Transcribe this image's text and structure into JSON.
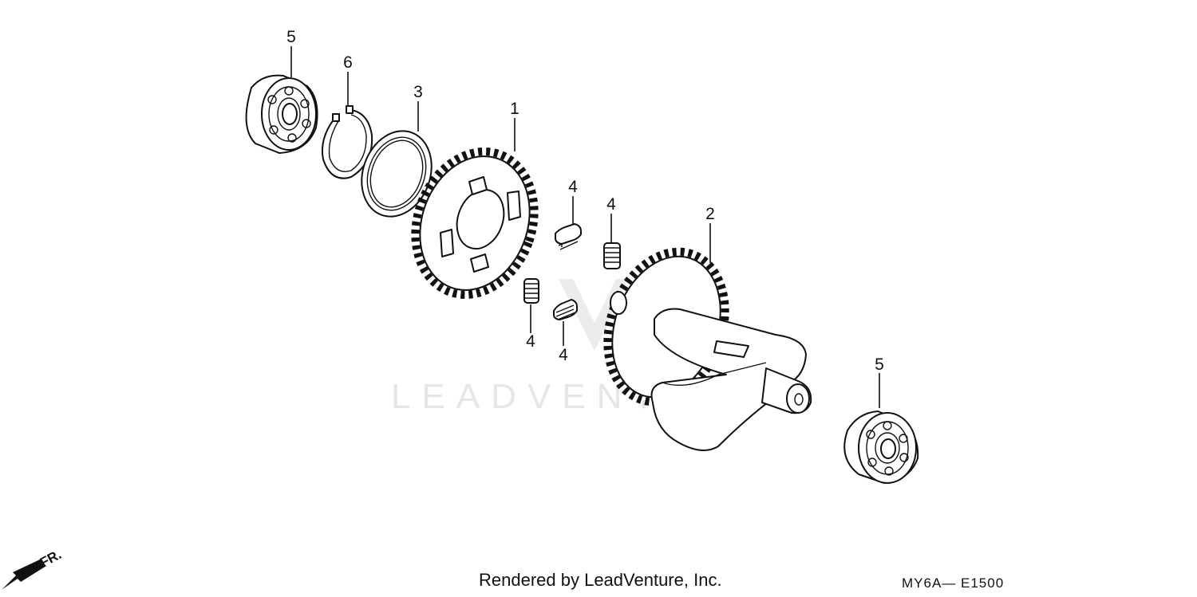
{
  "diagram": {
    "callouts": {
      "bearing_top": "5",
      "circlip": "6",
      "washer": "3",
      "driven_gear": "1",
      "spring_top_left": "4",
      "spring_top_right": "4",
      "spring_bottom_left": "4",
      "spring_bottom_right": "4",
      "balancer_shaft": "2",
      "bearing_bottom": "5"
    },
    "watermark": "LEADVENTURE",
    "direction_label": "FR."
  },
  "footer": {
    "rendered_by": "Rendered by LeadVenture, Inc.",
    "diagram_code": "MY6A— E1500"
  }
}
